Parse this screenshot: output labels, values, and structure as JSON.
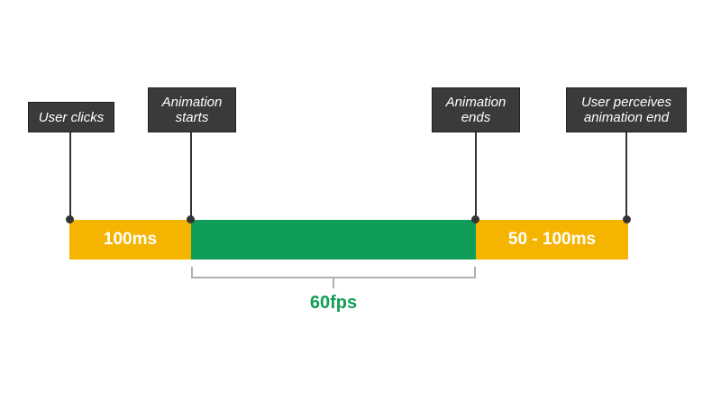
{
  "colors": {
    "label_bg": "#3a3a3a",
    "label_text": "#ffffff",
    "stem": "#333333",
    "delay_segment": "#f4b400",
    "animation_segment": "#0f9d58",
    "bracket": "#b0b0b0",
    "fps_text": "#0f9d58"
  },
  "events": [
    {
      "id": "user-clicks",
      "label": "User clicks"
    },
    {
      "id": "anim-starts",
      "label": "Animation\nstarts"
    },
    {
      "id": "anim-ends",
      "label": "Animation\nends"
    },
    {
      "id": "user-perceives",
      "label": "User perceives\nanimation end"
    }
  ],
  "segments": {
    "input_delay": {
      "label": "100ms"
    },
    "animation": {
      "label": ""
    },
    "perception_delay": {
      "label": "50 - 100ms"
    }
  },
  "frame_rate": {
    "label": "60fps"
  }
}
